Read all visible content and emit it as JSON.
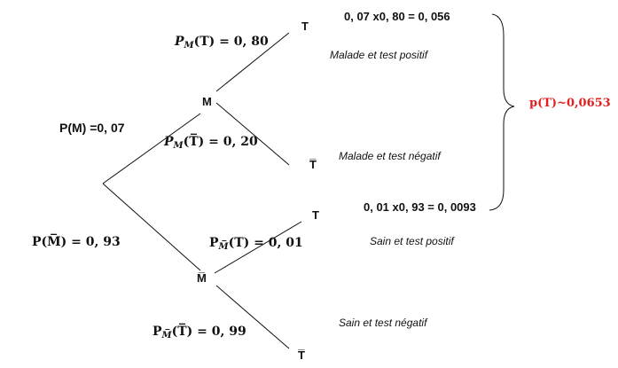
{
  "colors": {
    "ink": "#111111",
    "highlight": "#e02020"
  },
  "nodes": {
    "m": "M",
    "m_bar": "M̅",
    "t_top": "T",
    "t_bar_top": "T̅",
    "t_bottom": "T",
    "t_bar_bottom": "T̅"
  },
  "probabilities": {
    "p_m": "P(M) =0, 07",
    "p_m_bar": "P(M̅) = 0, 93",
    "pm_t": "P",
    "pm_t_sub": "M",
    "pm_t_rest": "(T) = 0, 80",
    "pm_tbar": "P",
    "pm_tbar_sub": "M",
    "pm_tbar_rest": "(T̅) = 0, 20",
    "pmbar_t": "P",
    "pmbar_t_sub": "M̅",
    "pmbar_t_rest": "(T) = 0, 01",
    "pmbar_tbar": "P",
    "pmbar_tbar_sub": "M̅",
    "pmbar_tbar_rest": "(T̅) = 0, 99"
  },
  "calculations": {
    "top": "0, 07 x0, 80 = 0, 056",
    "bottom": "0, 01 x0, 93 = 0, 0093"
  },
  "descriptions": {
    "malade_positif": "Malade et test positif",
    "malade_negatif": "Malade et test négatif",
    "sain_positif": "Sain et test positif",
    "sain_negatif": "Sain et test négatif"
  },
  "result": "p(T)~0,0653"
}
